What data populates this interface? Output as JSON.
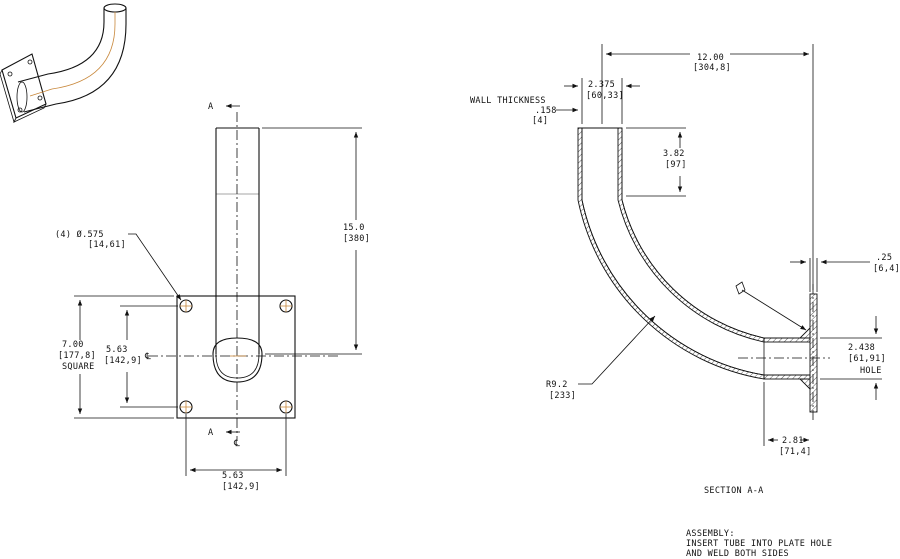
{
  "front_view": {
    "section_mark_top": "A",
    "section_mark_bottom": "A",
    "centerline_symbol_left": "℄",
    "centerline_symbol_bottom": "℄",
    "hole_callout_line1": "(4) Ø.575",
    "hole_callout_line2": "[14,61]",
    "height_dim_line1": "15.0",
    "height_dim_line2": "[380]",
    "plate_dim_line1": "7.00",
    "plate_dim_line2": "[177,8]",
    "plate_dim_line3": "SQUARE",
    "bolt_v_dim_line1": "5.63",
    "bolt_v_dim_line2": "[142,9]",
    "bolt_h_dim_line1": "5.63",
    "bolt_h_dim_line2": "[142,9]"
  },
  "section_view": {
    "overall_dim_line1": "12.00",
    "overall_dim_line2": "[304,8]",
    "tube_od_line1": "2.375",
    "tube_od_line2": "[60,33]",
    "wall_thickness_label": "WALL THICKNESS",
    "wall_dim_line1": ".158",
    "wall_dim_line2": "[4]",
    "straight_dim_line1": "3.82",
    "straight_dim_line2": "[97]",
    "plate_thk_line1": ".25",
    "plate_thk_line2": "[6,4]",
    "hole_dim_line1": "2.438",
    "hole_dim_line2": "[61,91]",
    "hole_label": "HOLE",
    "radius_line1": "R9.2",
    "radius_line2": "[233]",
    "insert_dim_line1": "2.81",
    "insert_dim_line2": "[71,4]",
    "title": "SECTION  A-A"
  },
  "notes": {
    "line1": "ASSEMBLY:",
    "line2": "INSERT TUBE INTO PLATE HOLE",
    "line3": "AND WELD BOTH SIDES"
  },
  "colors": {
    "line": "#111111",
    "accent": "#c8873a",
    "background": "#ffffff"
  }
}
